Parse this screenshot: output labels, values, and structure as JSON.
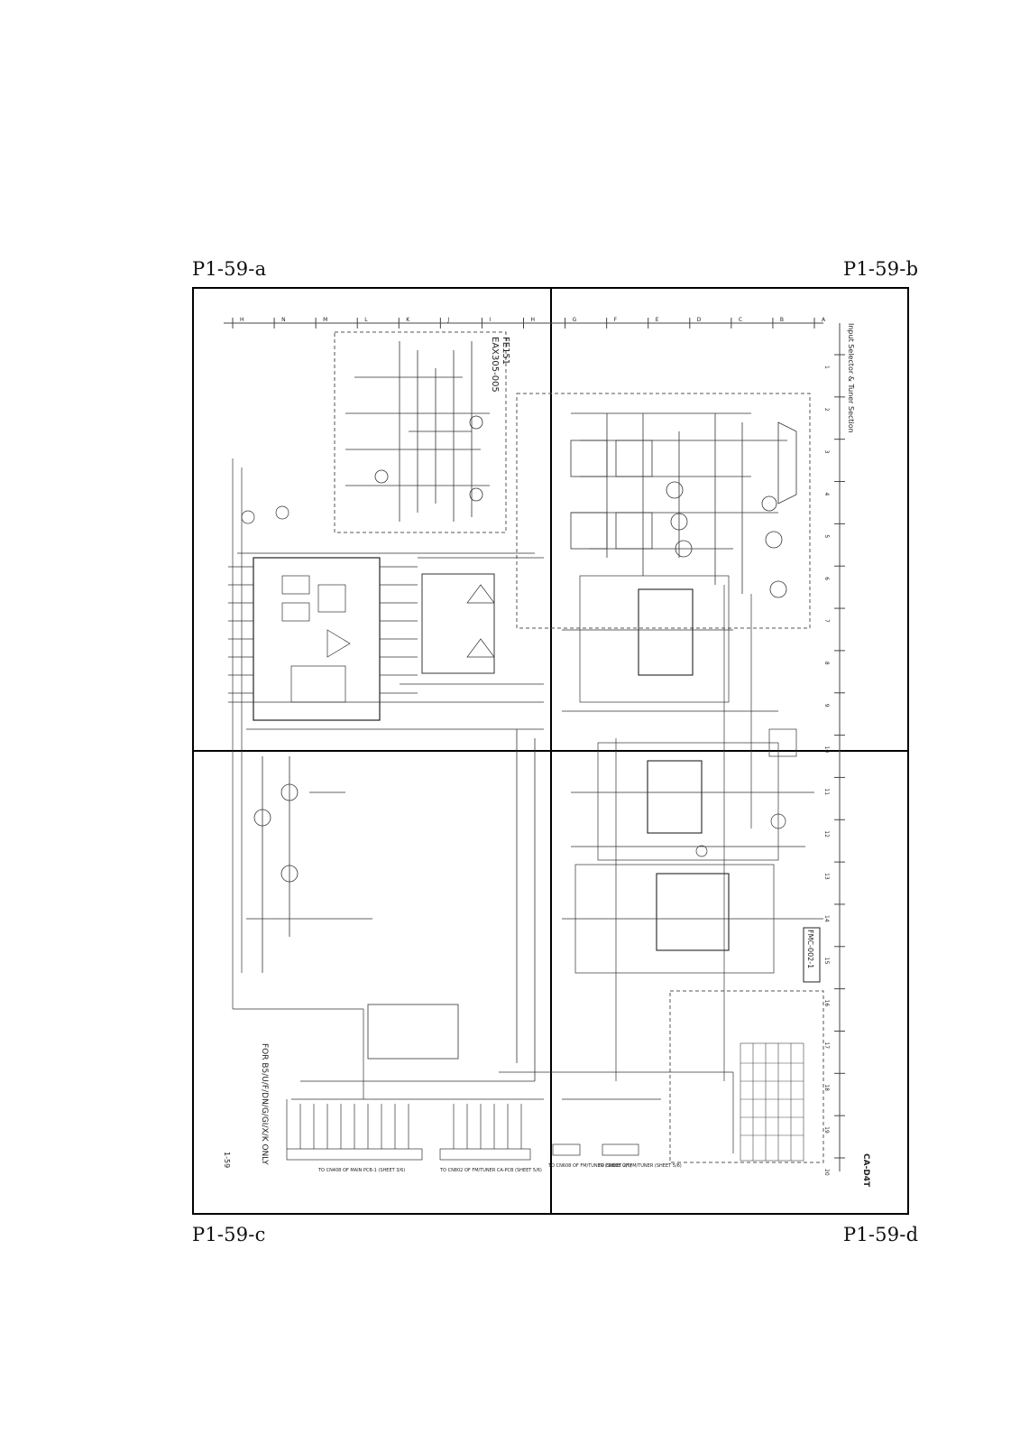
{
  "quadrants": {
    "a": "P1-59-a",
    "b": "P1-59-b",
    "c": "P1-59-c",
    "d": "P1-59-d"
  },
  "schematic": {
    "section_title": "Input Selector & Tuner Section",
    "model": "CA-D4T",
    "page_number": "1-59",
    "board_label": "FMC-002-1",
    "tuner_pack": "FE151",
    "tuner_part": "EAX305-005",
    "destination_note": "FOR B5/U/F/DN/G/GI/X/K ONLY",
    "top_border_letters": [
      "H",
      "N",
      "M",
      "L",
      "K",
      "J",
      "I",
      "H",
      "G",
      "F",
      "E",
      "D",
      "C",
      "B",
      "A"
    ],
    "right_border_numbers": [
      "1",
      "2",
      "3",
      "4",
      "5",
      "6",
      "7",
      "8",
      "9",
      "10",
      "11",
      "12",
      "13",
      "14",
      "15",
      "16",
      "17",
      "18",
      "19",
      "20"
    ],
    "connector_notes": [
      "TO CN408 OF MAIN PCB-1 (SHEET 3/6)",
      "TO CN802 OF FM/TUNER CA-PCB (SHEET 5/6)",
      "TO CN608 OF FM/TUNER (SHEET 2/6)",
      "TO CN608 OF FM/TUNER (SHEET 5/6)"
    ]
  },
  "colors": {
    "ink": "#1f1f1f",
    "frame": "#000000",
    "paper": "#ffffff"
  }
}
